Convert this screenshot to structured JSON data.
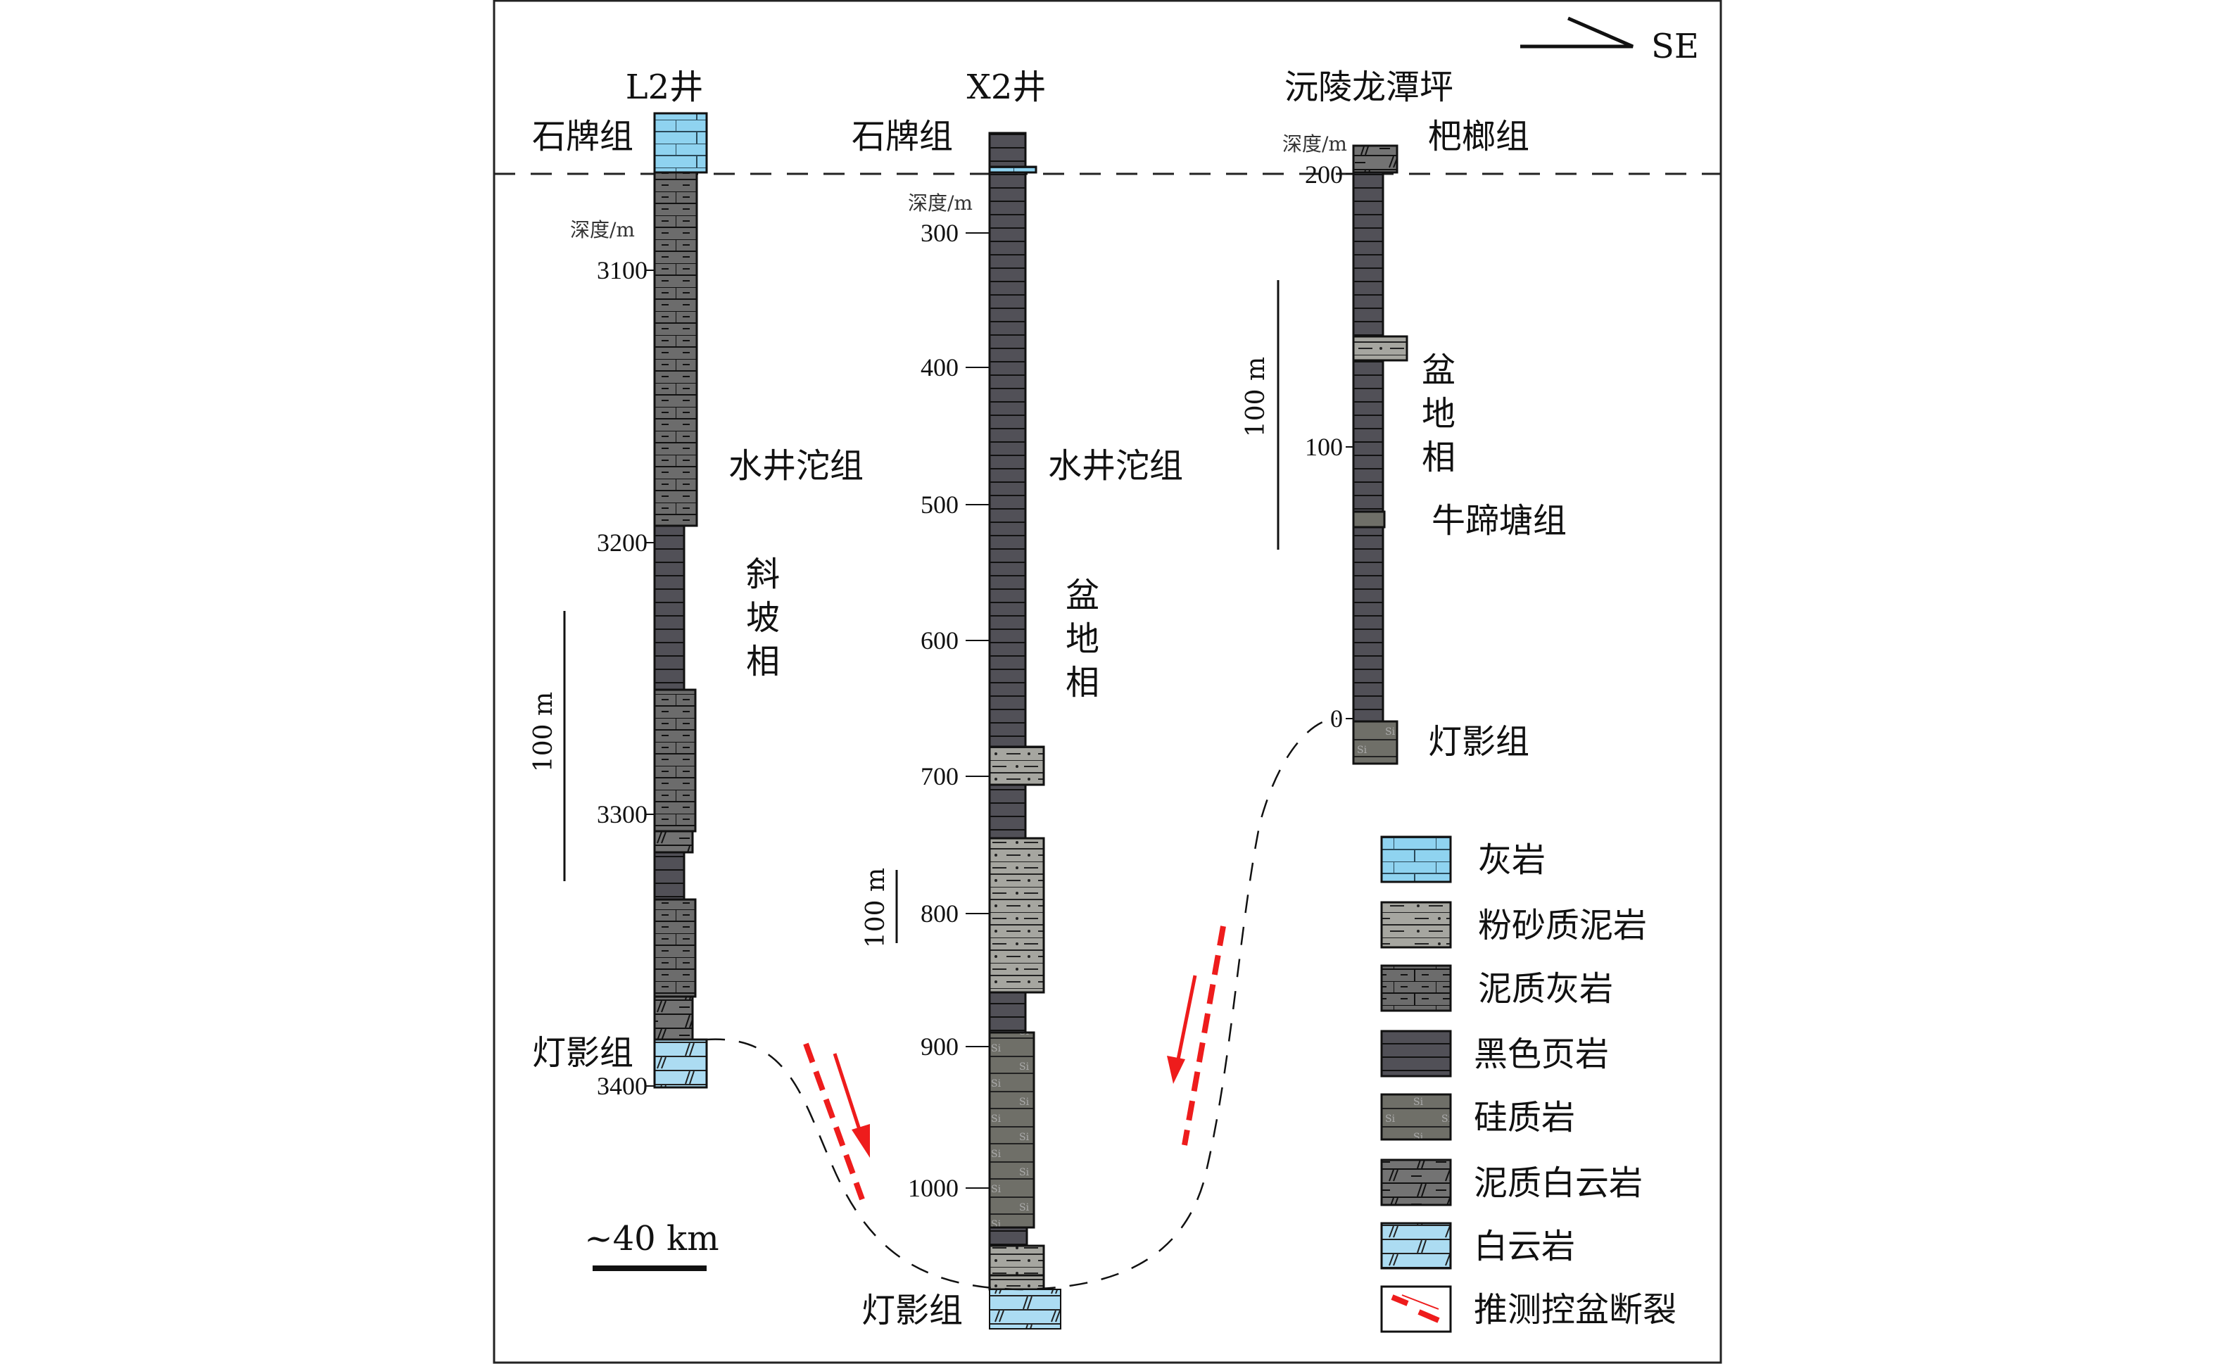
{
  "direction": {
    "label": "SE"
  },
  "wells": [
    {
      "name": "L2井",
      "top_formation": "石牌组",
      "main_formation": "水井沱组",
      "facies": "斜坡相",
      "base_formation": "灯影组",
      "depth_label": "深度/m",
      "ticks": [
        "3100",
        "3200",
        "3300",
        "3400"
      ],
      "scale_bar": "100 m"
    },
    {
      "name": "X2井",
      "top_formation": "石牌组",
      "main_formation": "水井沱组",
      "facies": "盆地相",
      "base_formation": "灯影组",
      "depth_label": "深度/m",
      "ticks": [
        "300",
        "400",
        "500",
        "600",
        "700",
        "800",
        "900",
        "1000"
      ],
      "scale_bar": "100 m"
    },
    {
      "name": "沅陵龙潭坪",
      "top_formation": "杷榔组",
      "main_formation": "牛蹄塘组",
      "facies": "盆地相",
      "base_formation": "灯影组",
      "depth_label": "深度/m",
      "ticks": [
        "200",
        "100",
        "0"
      ],
      "scale_bar": "100 m"
    }
  ],
  "horizontal_scale": "~40 km",
  "legend": [
    {
      "label": "灰岩",
      "pattern": "limestone"
    },
    {
      "label": "粉砂质泥岩",
      "pattern": "silty-mudstone"
    },
    {
      "label": "泥质灰岩",
      "pattern": "argillaceous-limestone"
    },
    {
      "label": "黑色页岩",
      "pattern": "black-shale"
    },
    {
      "label": "硅质岩",
      "pattern": "siliceous-rock"
    },
    {
      "label": "泥质白云岩",
      "pattern": "argillaceous-dolomite"
    },
    {
      "label": "白云岩",
      "pattern": "dolomite"
    },
    {
      "label": "推测控盆断裂",
      "pattern": "inferred-fault"
    }
  ],
  "colors": {
    "fault": "#ee1c1c",
    "limestone": "#8fd3f0",
    "dolomite": "#acdcf2",
    "shale": "#515057",
    "silt": "#a6a6a0",
    "marl": "#6c6c6c",
    "siliceous": "#6f6f68"
  }
}
